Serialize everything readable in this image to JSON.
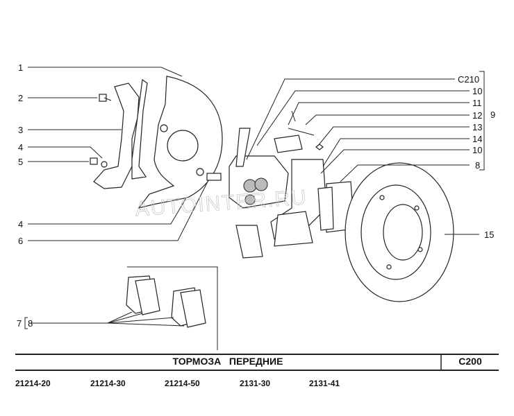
{
  "diagram": {
    "left_labels": [
      "1",
      "2",
      "3",
      "4",
      "5",
      "4",
      "6"
    ],
    "inset_label": "7",
    "inset_bracket_label": "8",
    "right_labels": [
      "C210",
      "10",
      "11",
      "12",
      "13",
      "14",
      "10",
      "8"
    ],
    "group_label": "9",
    "disc_label": "15",
    "watermark": "AUTOINTER.RU"
  },
  "footer": {
    "title": "ТОРМОЗА   ПЕРЕДНИЕ",
    "code": "C200",
    "models": [
      "21214-20",
      "21214-30",
      "21214-50",
      "2131-30",
      "2131-41"
    ]
  }
}
